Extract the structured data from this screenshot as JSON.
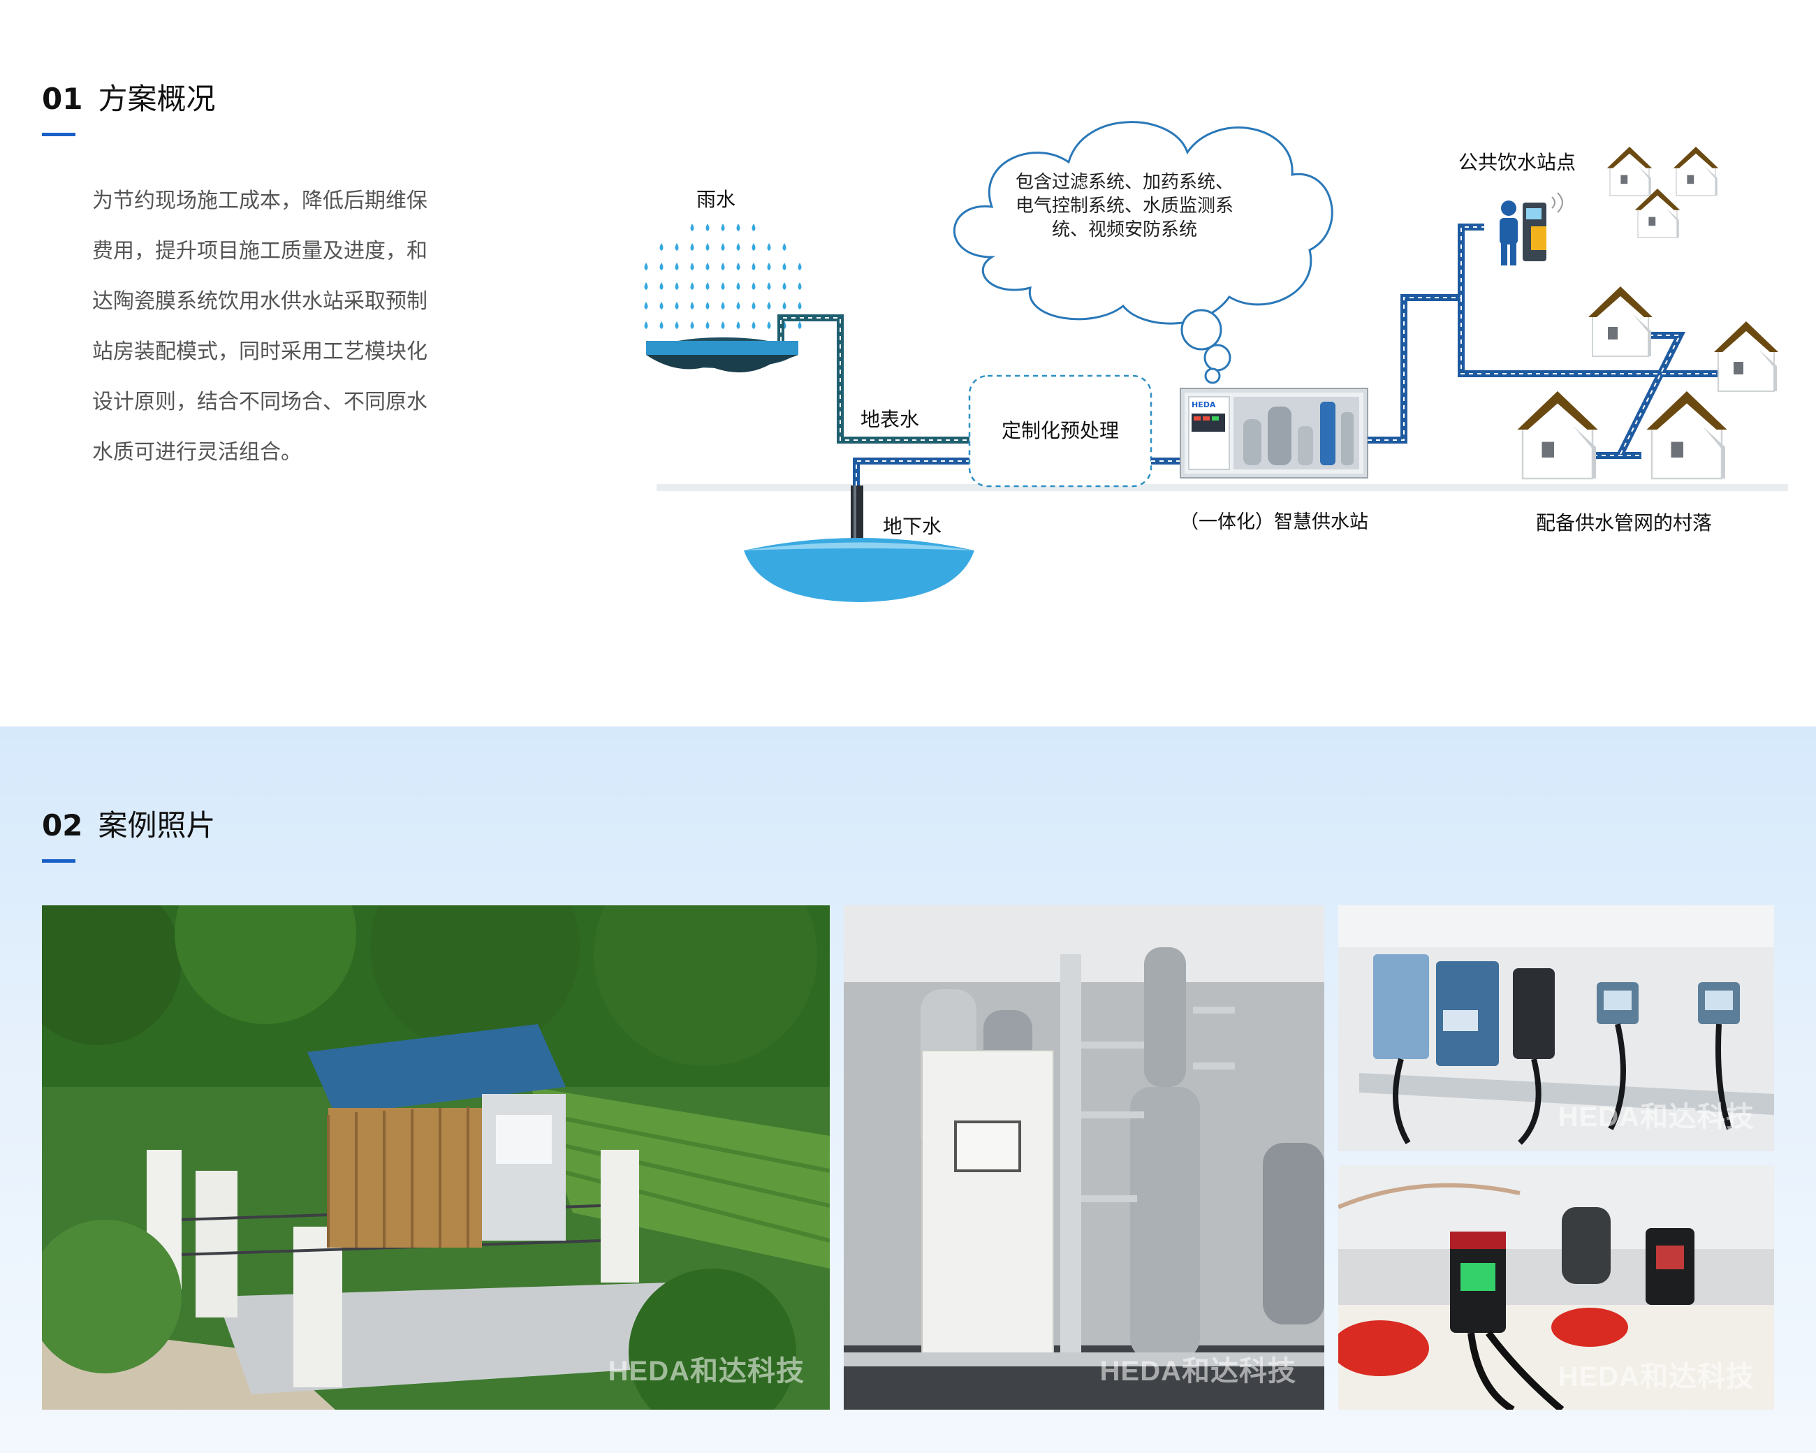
{
  "section1": {
    "number": "01",
    "title": "方案概况",
    "paragraph_lines": [
      "为节约现场施工成本，降低后期维保",
      "费用，提升项目施工质量及进度，和",
      "达陶瓷膜系统饮用水供水站采取预制",
      "站房装配模式，同时采用工艺模块化",
      "设计原则，结合不同场合、不同原水",
      "水质可进行灵活组合。"
    ]
  },
  "diagram": {
    "rain_label": "雨水",
    "surface_water_label": "地表水",
    "groundwater_label": "地下水",
    "pretreatment_label": "定制化预处理",
    "station_label": "（一体化）智慧供水站",
    "cloud_lines": [
      "包含过滤系统、加药系统、",
      "电气控制系统、水质监测系",
      "统、视频安防系统"
    ],
    "public_station_label": "公共饮水站点",
    "village_label": "配备供水管网的村落",
    "station_brand": "HEDA"
  },
  "section2": {
    "number": "02",
    "title": "案例照片"
  },
  "watermark": "HEDA和达科技",
  "colors": {
    "accent": "#1a5fc8",
    "pipe_teal": "#1f5f70",
    "pipe_blue": "#1e5aa0",
    "water": "#35a8e0",
    "roof": "#6b4a12",
    "cloud_stroke": "#2a78b8"
  }
}
